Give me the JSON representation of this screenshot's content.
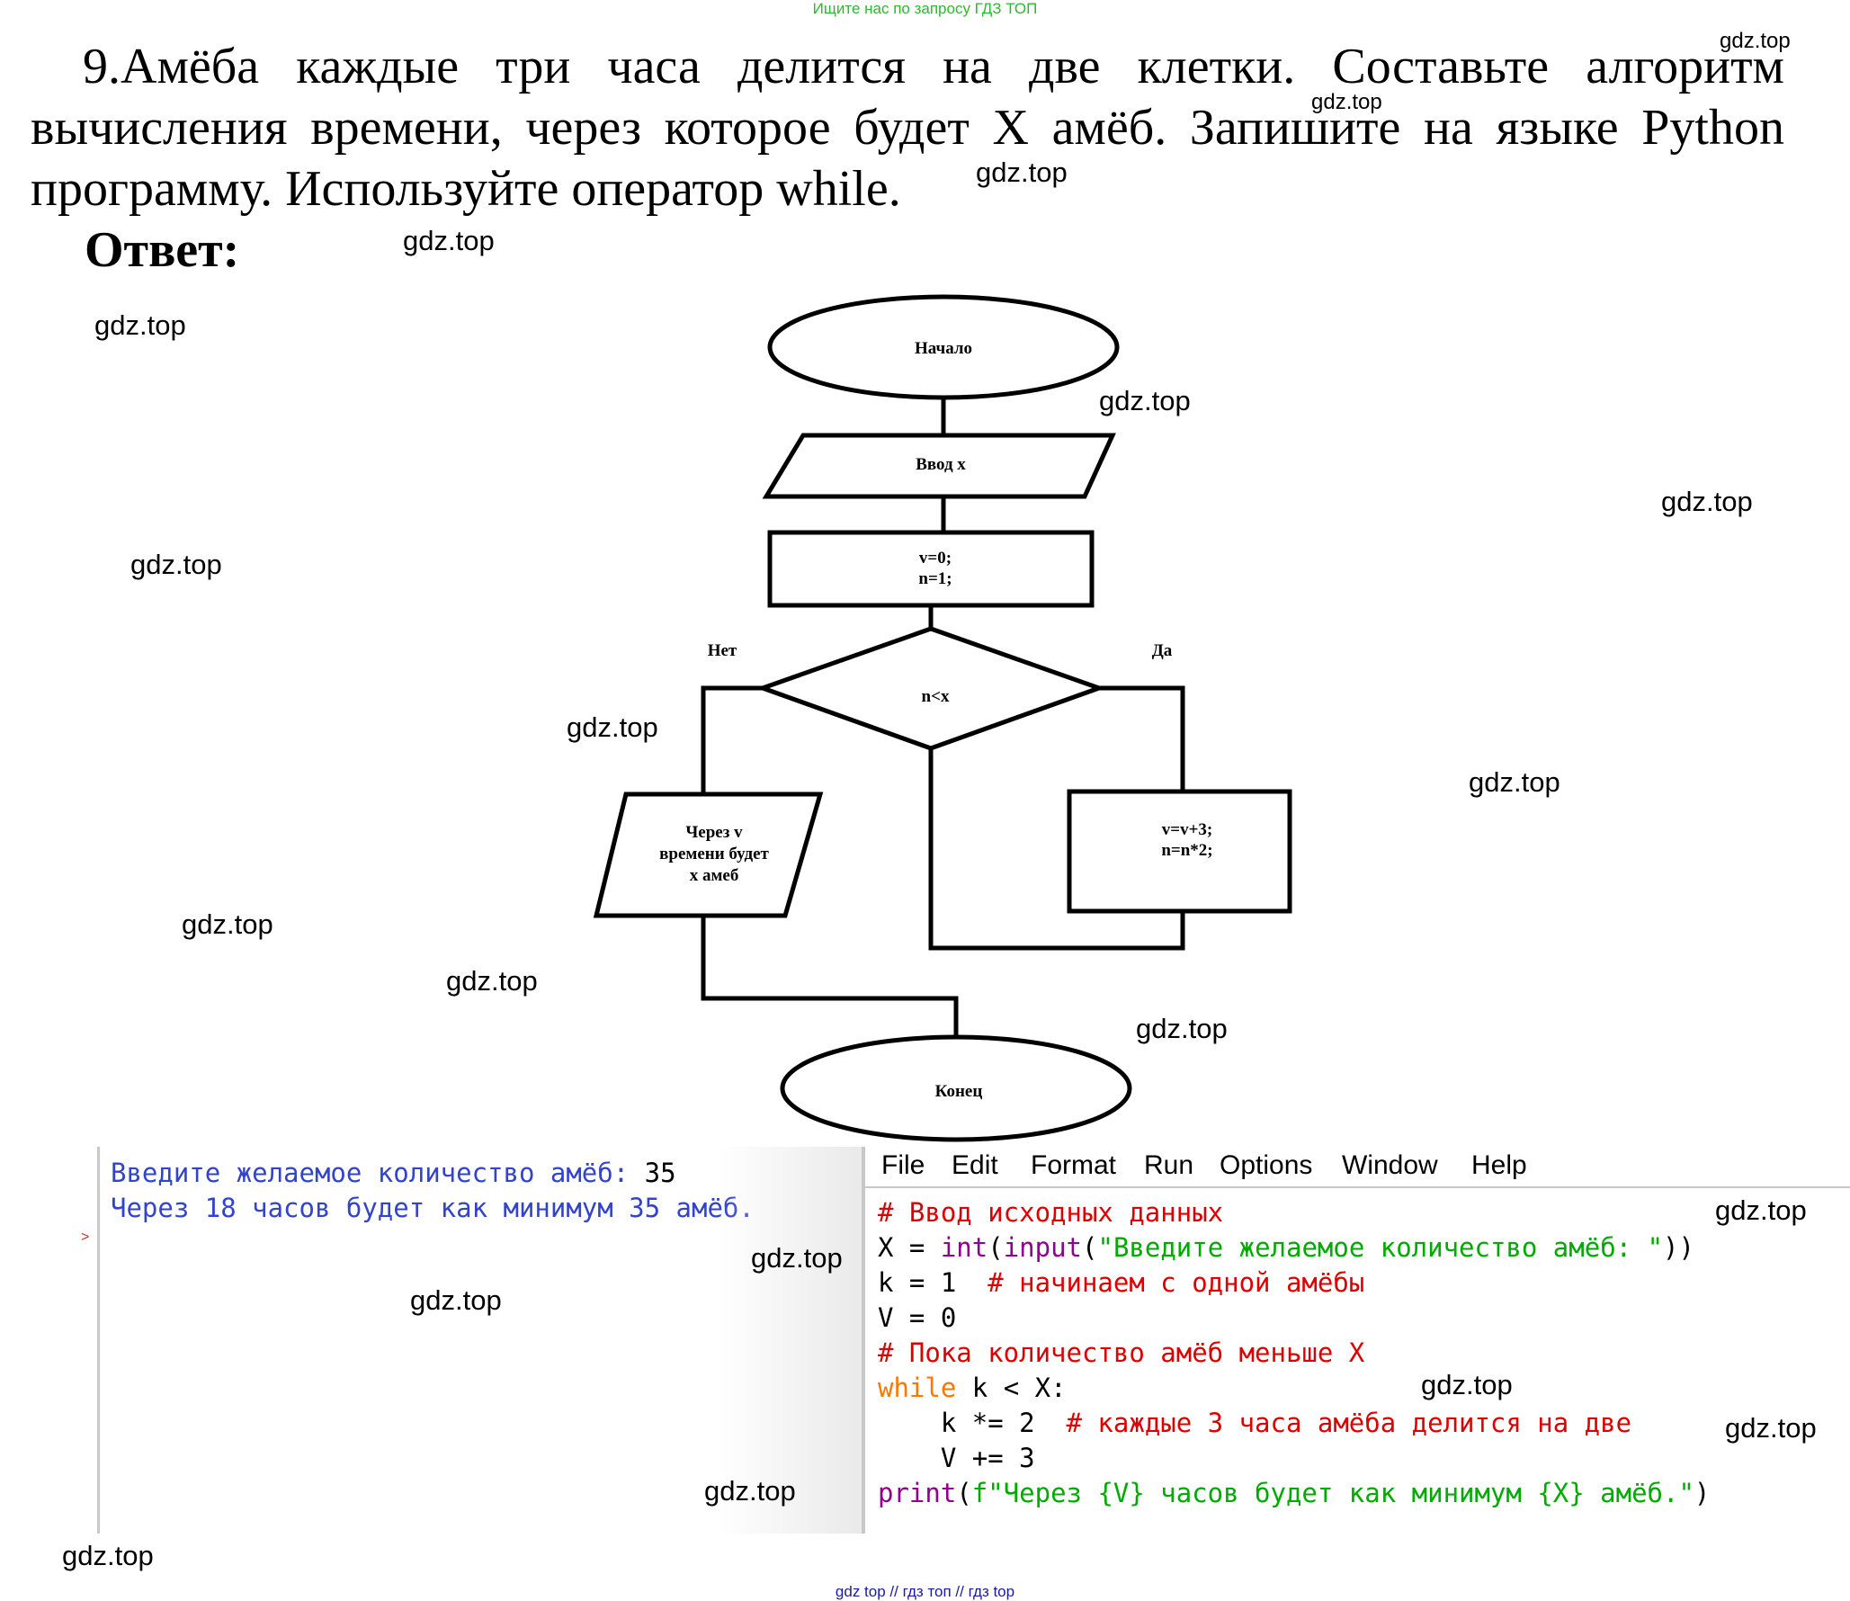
{
  "top_banner": "Ищите нас по запросу ГДЗ ТОП",
  "task": {
    "text": "9.Амёба каждые три часа делится на две клетки. Составьте алгоритм вычисления времени, через которое будет X амёб. Запишите на языке Python программу. Используйте оператор while."
  },
  "answer_label": "Ответ:",
  "watermark": "gdz.top",
  "flowchart": {
    "start": "Начало",
    "input": "Ввод x",
    "init_line1": "v=0;",
    "init_line2": "n=1;",
    "condition": "n<x",
    "no_label": "Нет",
    "yes_label": "Да",
    "output_line1": "Через v",
    "output_line2": "времени будет",
    "output_line3": "x амеб",
    "loop_line1": "v=v+3;",
    "loop_line2": "n=n*2;",
    "end": "Конец"
  },
  "shell": {
    "line1_text": "Введите желаемое количество амёб: ",
    "line1_value": "35",
    "line2_text": "Через 18 часов будет как минимум 35 амёб.",
    "prompt_marker": ">"
  },
  "editor": {
    "menu": [
      "File",
      "Edit",
      "Format",
      "Run",
      "Options",
      "Window",
      "Help"
    ],
    "code": {
      "l1_comment": "# Ввод исходных данных",
      "l2_a": "X = ",
      "l2_int": "int",
      "l2_b": "(",
      "l2_input": "input",
      "l2_c": "(",
      "l2_str": "\"Введите желаемое количество амёб: \"",
      "l2_d": "))",
      "l3_a": "k = 1  ",
      "l3_comment": "# начинаем с одной амёбы",
      "l4": "V = 0",
      "l5_comment": "# Пока количество амёб меньше X",
      "l6_kw": "while",
      "l6_rest": " k < X:",
      "l7_a": "    k *= 2  ",
      "l7_comment": "# каждые 3 часа амёба делится на две",
      "l8": "    V += 3",
      "l9_print": "print",
      "l9_a": "(",
      "l9_str": "f\"Через {V} часов будет как минимум {X} амёб.\"",
      "l9_b": ")"
    }
  },
  "footer": "gdz top  //  гдз топ  //  гдз top"
}
